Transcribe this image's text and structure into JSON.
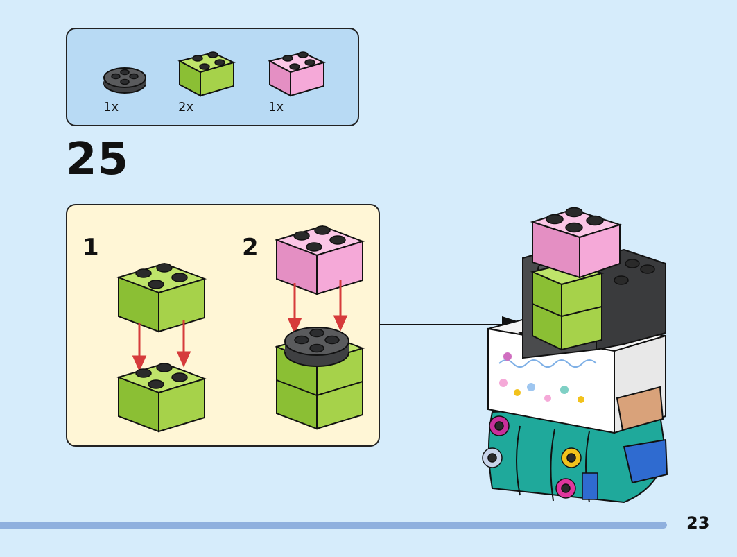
{
  "parts_list": {
    "items": [
      {
        "brick": "round-plate-2x2",
        "color": "#5a5b5d",
        "qty": "1x"
      },
      {
        "brick": "brick-2x2",
        "color": "#a6d24a",
        "qty": "2x"
      },
      {
        "brick": "brick-2x2",
        "color": "#f5a9d8",
        "qty": "1x"
      }
    ]
  },
  "step": {
    "number": "25",
    "substeps": [
      {
        "label": "1"
      },
      {
        "label": "2"
      }
    ]
  },
  "colors": {
    "background": "#d6ecfb",
    "parts_box": "#b8daf4",
    "substep_box": "#fff6d6",
    "lime": "#a6d24a",
    "pink": "#f5a9d8",
    "dark_gray": "#5a5b5d",
    "arrow_red": "#d63b3b",
    "teal": "#1fa99b"
  },
  "page": {
    "number": "23"
  }
}
